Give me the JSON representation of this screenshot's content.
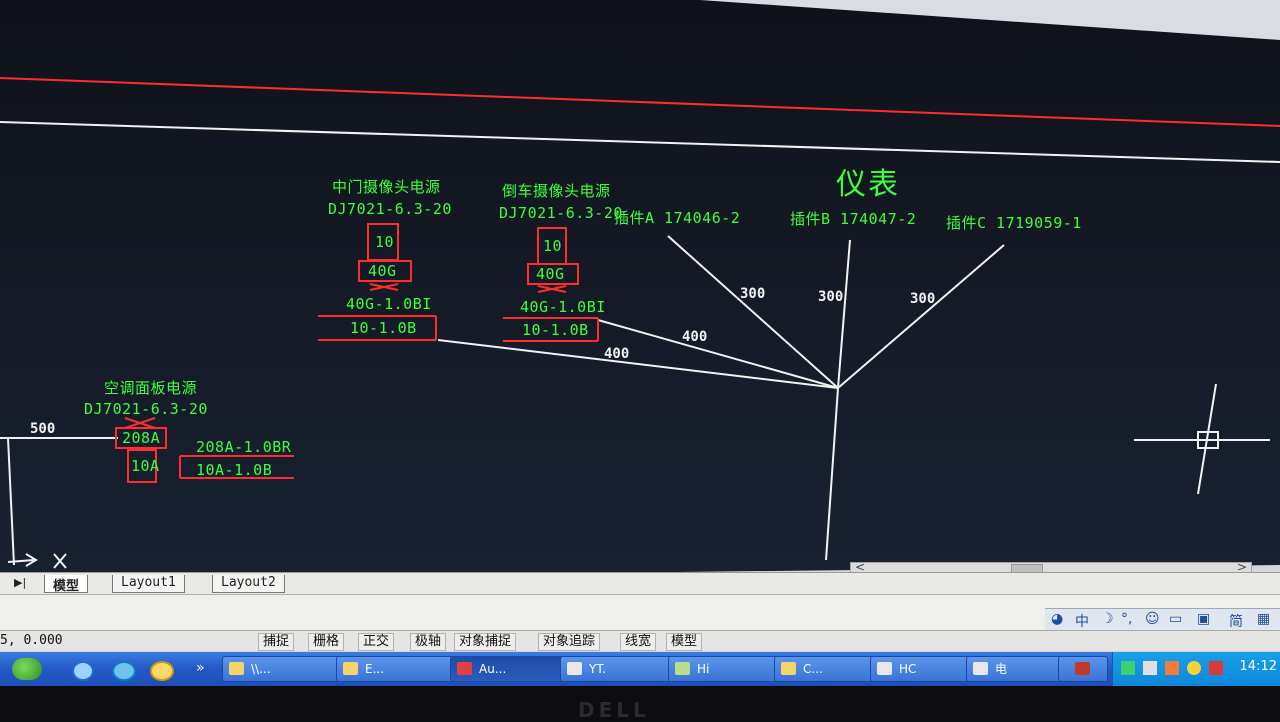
{
  "canvas": {
    "meter_title": "仪表",
    "connectors": {
      "a": "插件A 174046-2",
      "b": "插件B 174047-2",
      "c": "插件C 1719059-1"
    },
    "dims": {
      "d300a": "300",
      "d300b": "300",
      "d300c": "300",
      "d400a": "400",
      "d400b": "400",
      "d500": "500"
    },
    "block_middle": {
      "title": "中门摄像头电源",
      "part": "DJ7021-6.3-20",
      "box_top": "10",
      "box_bottom": "40G",
      "wire_top": "40G-1.0BI",
      "wire_bottom": "10-1.0B"
    },
    "block_rear": {
      "title": "倒车摄像头电源",
      "part": "DJ7021-6.3-20",
      "box_top": "10",
      "box_bottom": "40G",
      "wire_top": "40G-1.0BI",
      "wire_bottom": "10-1.0B"
    },
    "block_ac": {
      "title": "空调面板电源",
      "part": "DJ7021-6.3-20",
      "box_top": "208A",
      "box_bottom": "10A",
      "wire_top": "208A-1.0BR",
      "wire_bottom": "10A-1.0B"
    }
  },
  "tabs": {
    "model": "模型",
    "layout1": "Layout1",
    "layout2": "Layout2"
  },
  "status": {
    "coords": "5, 0.000",
    "buttons": [
      "捕捉",
      "栅格",
      "正交",
      "极轴",
      "对象捕捉",
      "对象追踪",
      "线宽",
      "模型"
    ]
  },
  "ime": {
    "lang": "中",
    "mode": "简"
  },
  "taskbar": {
    "quick": "»",
    "items": [
      "\\\\...",
      "E...",
      "Au...",
      "YT.",
      "Hi",
      "C...",
      "HC",
      "电"
    ],
    "clock": "14:12"
  },
  "brand": "DELL",
  "colors": {
    "canvas_bg": "#141a25",
    "cad_green": "#3cff3c",
    "cad_red": "#ff2e2e",
    "cad_white": "#f2f2f2",
    "taskbar_blue": "#2458c8"
  }
}
